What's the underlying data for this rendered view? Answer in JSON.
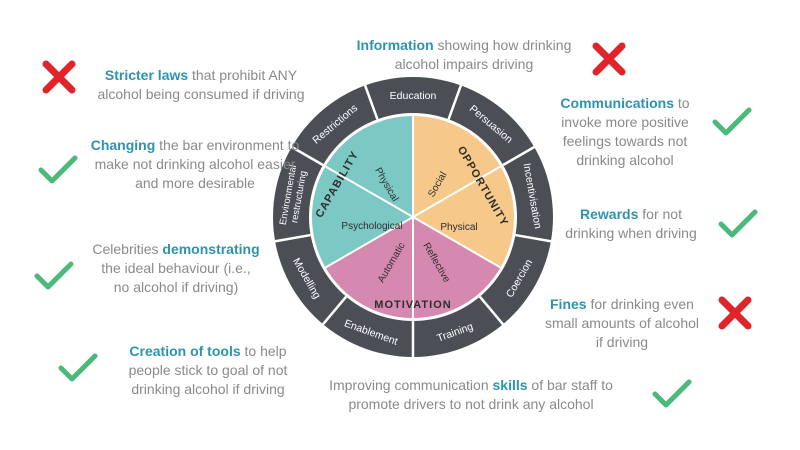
{
  "colors": {
    "keyword": "#2f93ad",
    "body_text": "#8a8a8a",
    "capability": "#7cc8c4",
    "opportunity": "#f6c98a",
    "motivation": "#d689b0",
    "outer_ring": "#4b4f55",
    "check": "#4bb97a",
    "cross": "#e0242a"
  },
  "wheel": {
    "outer_ring": [
      "Education",
      "Persuasion",
      "Incentivisation",
      "Coercion",
      "Training",
      "Enablement",
      "Modelling",
      "Environmental restructuring",
      "Restrictions"
    ],
    "sources": {
      "capability": "CAPABILITY",
      "opportunity": "OPPORTUNITY",
      "motivation": "MOTIVATION"
    },
    "subcomponents": {
      "physical_capability": "Physical",
      "psychological": "Psychological",
      "social": "Social",
      "physical_opportunity": "Physical",
      "automatic": "Automatic",
      "reflective": "Reflective"
    }
  },
  "interventions": [
    {
      "keyword": "Stricter laws",
      "text": " that prohibit ANY alcohol being consumed if driving",
      "verdict": "cross-icon"
    },
    {
      "keyword": "Changing",
      "text": " the bar environment to make not drinking alcohol easier and more desirable",
      "verdict": "check-icon"
    },
    {
      "text_before": "Celebrities ",
      "keyword": "demonstrating",
      "text": " the ideal behaviour (i.e., no alcohol if driving)",
      "verdict": "check-icon"
    },
    {
      "keyword": "Creation of tools",
      "text": " to help people stick to goal of not drinking alcohol if driving",
      "verdict": "check-icon"
    },
    {
      "keyword": "Information",
      "text": " showing how drinking alcohol impairs driving",
      "verdict": "cross-icon"
    },
    {
      "keyword": "Communications",
      "text": " to invoke more positive feelings towards not drinking alcohol",
      "verdict": "check-icon"
    },
    {
      "keyword": "Rewards",
      "text": " for not drinking when driving",
      "verdict": "check-icon"
    },
    {
      "keyword": "Fines",
      "text": " for drinking even small amounts of alcohol if driving",
      "verdict": "cross-icon"
    },
    {
      "text_before": "Improving communication  ",
      "keyword": "skills",
      "text": " of bar staff to promote drivers to not drink any alcohol",
      "verdict": "check-icon"
    }
  ]
}
